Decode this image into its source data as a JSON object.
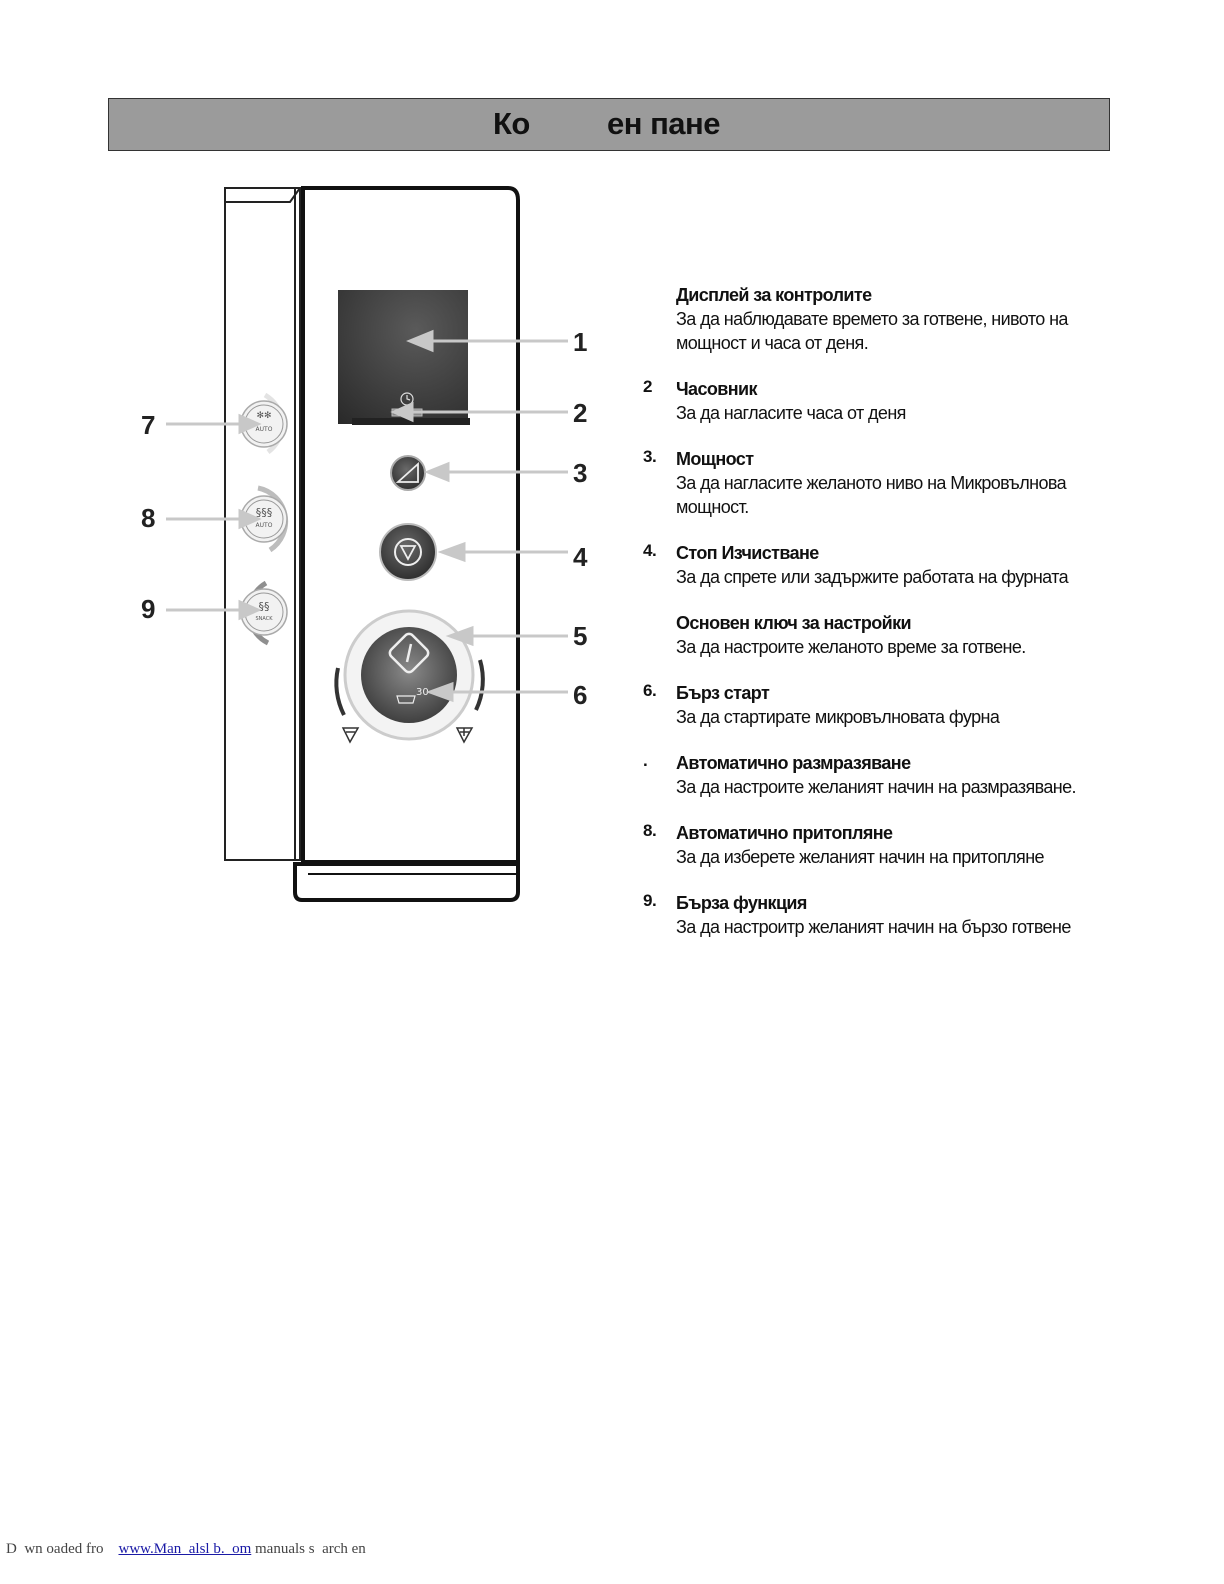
{
  "header": {
    "title_part_1": "Ко",
    "title_part_2": "ен пане"
  },
  "diagram": {
    "callouts": [
      "1",
      "2",
      "3",
      "4",
      "5",
      "6",
      "7",
      "8",
      "9"
    ],
    "dial_label": "30",
    "button_labels": {
      "defrost": "AUTO",
      "reheat": "AUTO",
      "snack": "SNACK"
    }
  },
  "items": [
    {
      "num": "",
      "title": "Дисплей за контролите",
      "desc": "За да наблюдавате времето за готвене, нивото на мощност и часа от деня."
    },
    {
      "num": "2",
      "title": "Часовник",
      "desc": "За да нагласите часа от деня"
    },
    {
      "num": "3.",
      "title": "Мощност",
      "desc": "За да нагласите желаното ниво на Микровълнова мощност."
    },
    {
      "num": "4.",
      "title": "Стоп Изчистване",
      "desc": "За да спрете или задържите работата на фурната"
    },
    {
      "num": "",
      "title": "Основен  ключ за настройки",
      "desc": "За да настроите желаното време за готвене."
    },
    {
      "num": "6.",
      "title": "Бърз старт",
      "desc": "За да стартирате микровълновата фурна"
    },
    {
      "num": ".",
      "title": "Автоматично размразяване",
      "desc": "За да настроите желаният начин на размразяване."
    },
    {
      "num": "8.",
      "title": "Автоматично притопляне",
      "desc": "За да изберете желаният начин на притопляне"
    },
    {
      "num": "9.",
      "title": "Бърза функция",
      "desc": "За да настроитр желаният начин на бързо готвене"
    }
  ],
  "footer": {
    "prefix": "D  wn oaded fro",
    "link": "www.Man  alsl b.  om",
    "suffix": " manuals s  arch en"
  }
}
